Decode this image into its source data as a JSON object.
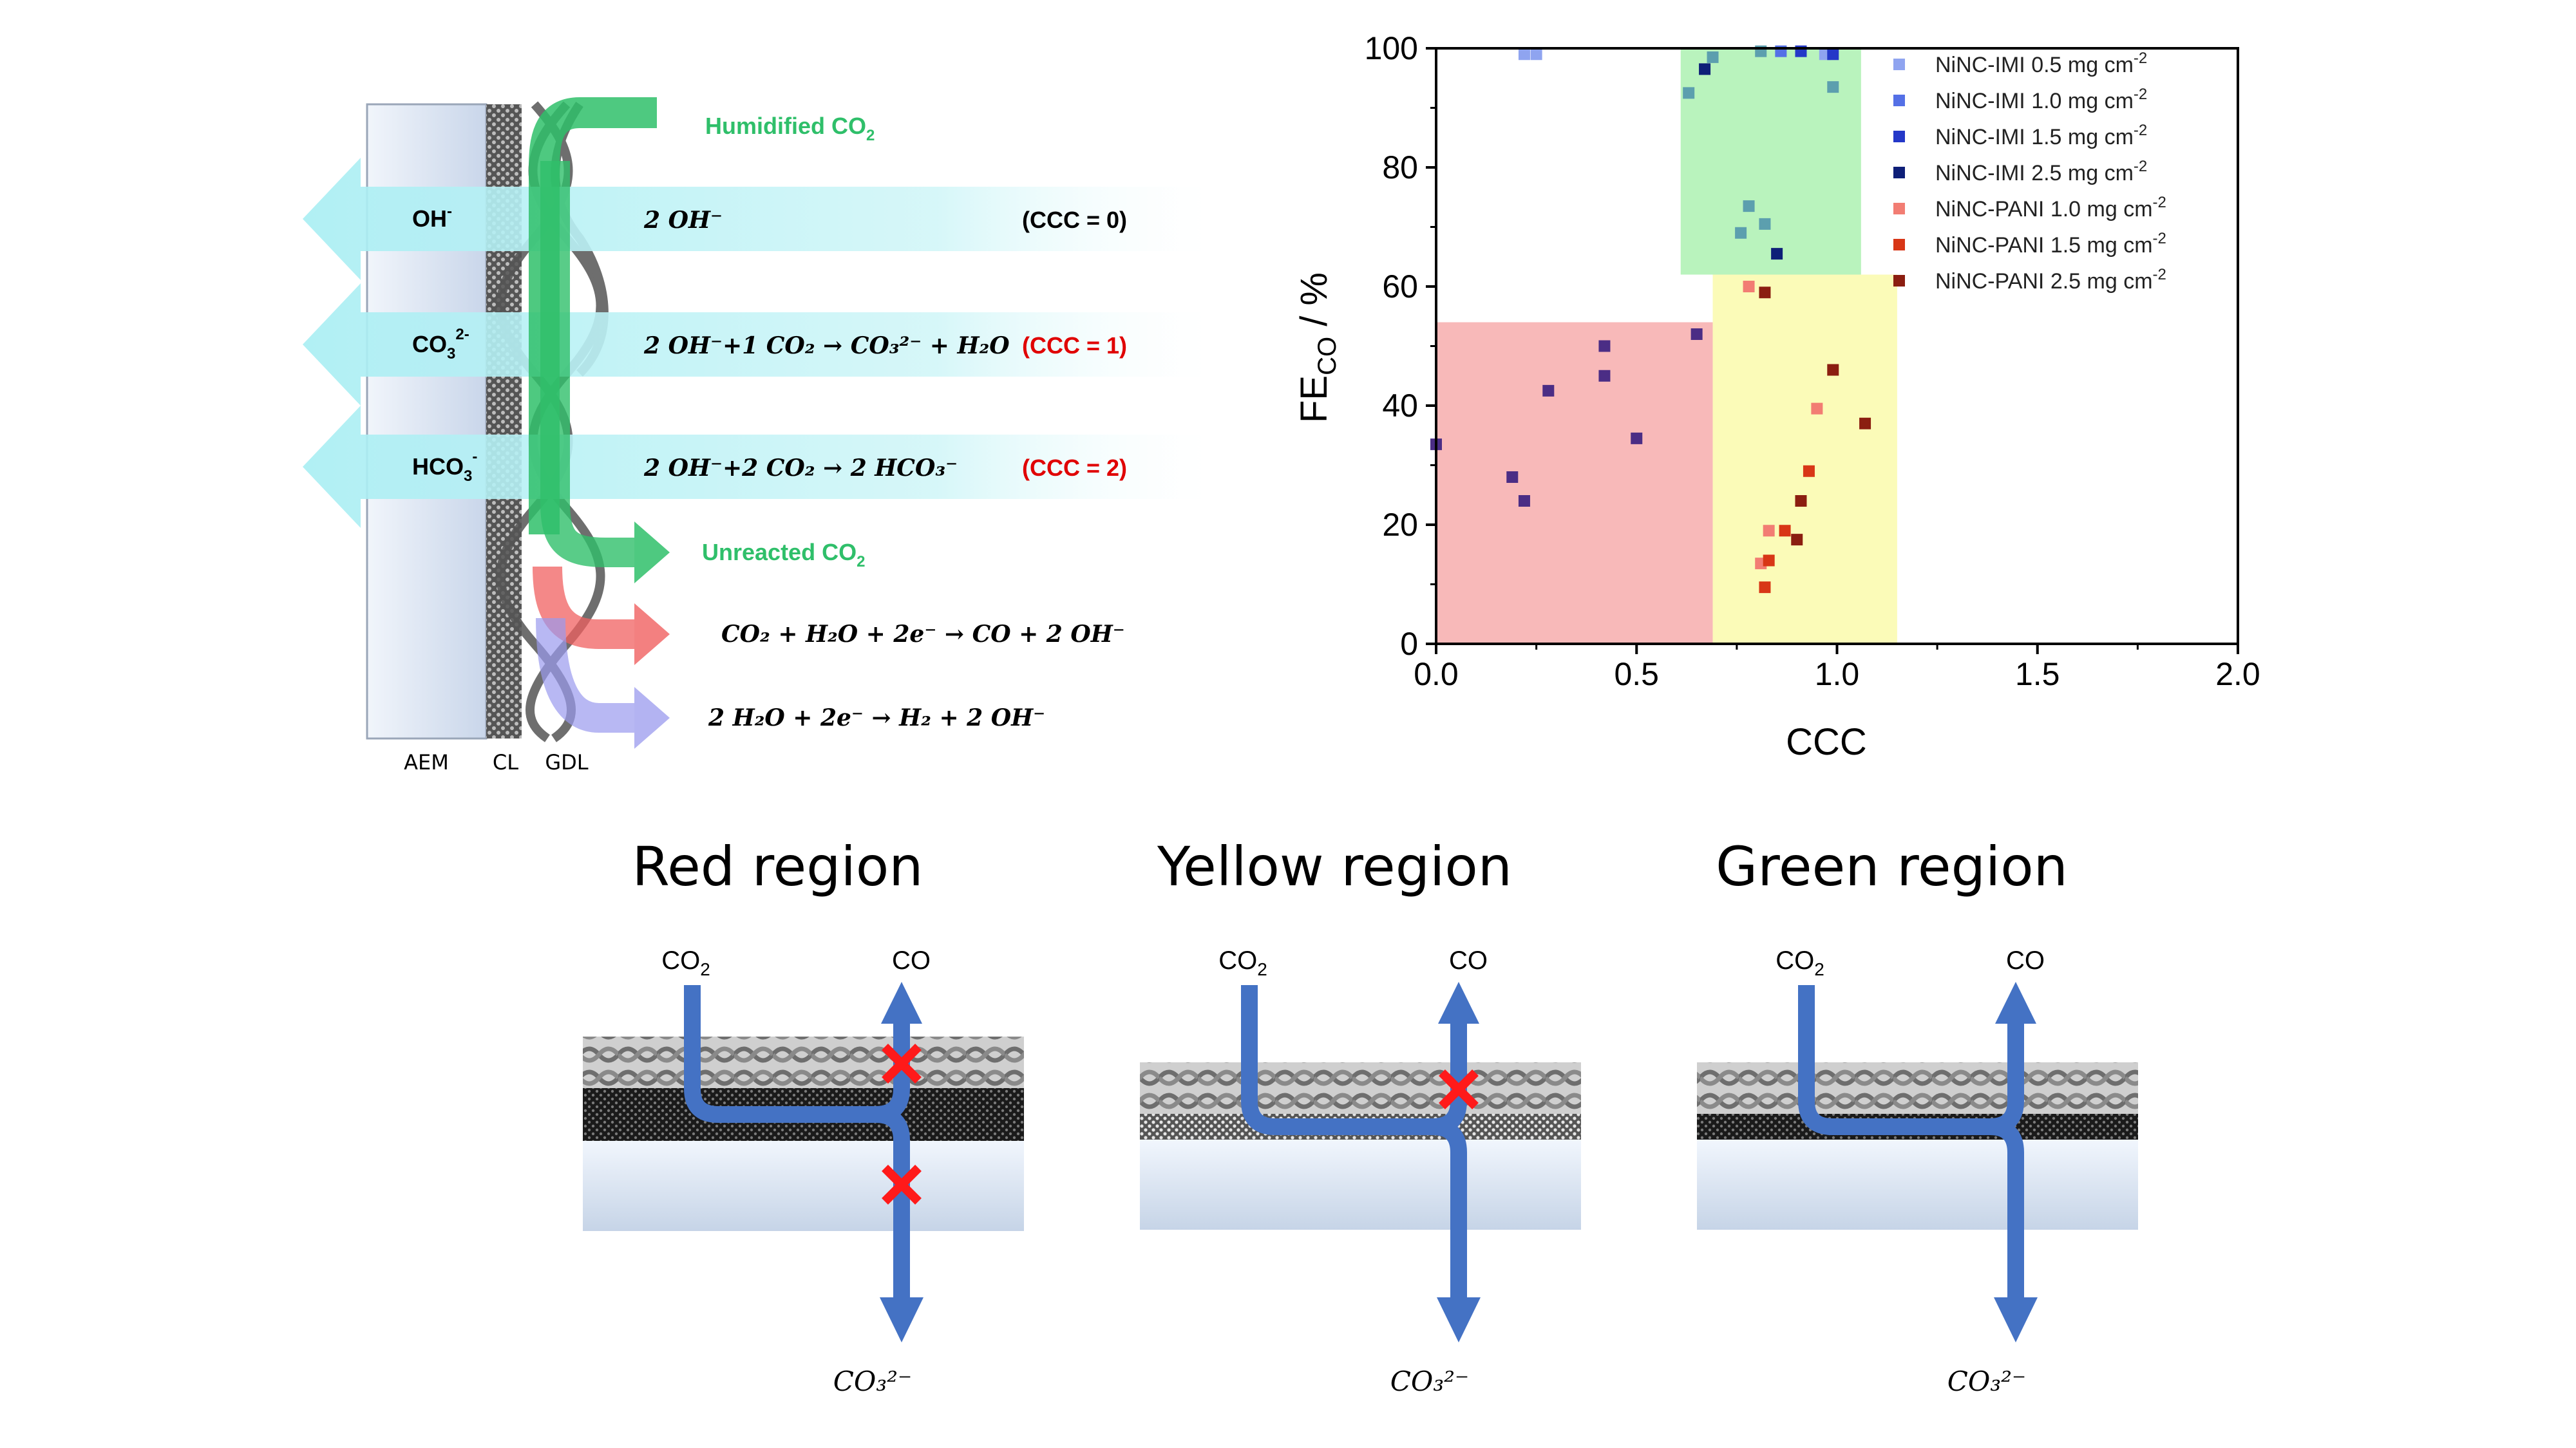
{
  "mechanism": {
    "layers": {
      "aem": "AEM",
      "cl": "CL",
      "gdl": "GDL"
    },
    "gas_in": {
      "label": "Humidified CO",
      "sub": "2"
    },
    "gas_out": {
      "label": "Unreacted CO",
      "sub": "2"
    },
    "ions": [
      {
        "name": "OH",
        "sup": "-",
        "sub": "",
        "tail": "",
        "eq": "2 OH⁻",
        "ccc": "(CCC = 0)",
        "ccc_color": "#000000"
      },
      {
        "name": "CO",
        "sup": "2-",
        "sub": "3",
        "tail": "",
        "eq": "2 OH⁻+1 CO₂ → CO₃²⁻ + H₂O",
        "ccc": "(CCC = 1)",
        "ccc_color": "#e00000"
      },
      {
        "name": "HCO",
        "sup": "-",
        "sub": "3",
        "tail": "",
        "eq": "2 OH⁻+2 CO₂ → 2 HCO₃⁻",
        "ccc": "(CCC = 2)",
        "ccc_color": "#e00000"
      }
    ],
    "reaction_co": "CO₂ + H₂O + 2e⁻ → CO + 2 OH⁻",
    "reaction_h2": "2 H₂O + 2e⁻ → H₂ + 2 OH⁻",
    "colors": {
      "co2": "#2fbf6a",
      "co": "#f06060",
      "h2": "#9a9aee",
      "ion": "#bff3f6"
    }
  },
  "chart_data": {
    "type": "scatter",
    "xlabel": "CCC",
    "ylabel": "FE",
    "ylabel_sub": "CO",
    "ylabel_suffix": " / %",
    "xlim": [
      0,
      2.0
    ],
    "ylim": [
      0,
      100
    ],
    "xticks": [
      "0.0",
      "0.5",
      "1.0",
      "1.5",
      "2.0"
    ],
    "yticks": [
      "0",
      "20",
      "40",
      "60",
      "80",
      "100"
    ],
    "legend_position": "top-right",
    "regions": [
      {
        "name": "red",
        "x": [
          0,
          0.69
        ],
        "y": [
          0,
          54
        ],
        "color": "#f8b9b9"
      },
      {
        "name": "yellow",
        "x": [
          0.69,
          1.15
        ],
        "y": [
          0,
          62
        ],
        "color": "#fbfbb8"
      },
      {
        "name": "green",
        "x": [
          0.61,
          1.06
        ],
        "y": [
          62,
          100
        ],
        "color": "#b9f3bd"
      }
    ],
    "series": [
      {
        "name": "NiNC-IMI 0.5 mg cm",
        "unit_sup": "-2",
        "color": "#8fa4f0",
        "points": [
          [
            0.22,
            99
          ],
          [
            0.25,
            99
          ],
          [
            0.97,
            99
          ]
        ]
      },
      {
        "name": "NiNC-IMI 1.0 mg cm",
        "unit_sup": "-2",
        "color": "#5470e6",
        "points": [
          [
            0.86,
            99.5
          ]
        ]
      },
      {
        "name": "NiNC-IMI 1.5 mg cm",
        "unit_sup": "-2",
        "color": "#2438c8",
        "points": [
          [
            0.91,
            99.5
          ],
          [
            0.99,
            99
          ]
        ]
      },
      {
        "name": "NiNC-IMI 2.5 mg cm",
        "unit_sup": "-2",
        "color": "#0e1f78",
        "points": [
          [
            0.67,
            96.5
          ],
          [
            0.85,
            65.5
          ]
        ]
      },
      {
        "name": "NiNC-PANI 1.0 mg cm",
        "unit_sup": "-2",
        "color": "#f27d73",
        "points": [
          [
            0.78,
            60
          ],
          [
            0.95,
            39.5
          ],
          [
            0.81,
            13.5
          ],
          [
            0.83,
            19
          ]
        ]
      },
      {
        "name": "NiNC-PANI 1.5 mg cm",
        "unit_sup": "-2",
        "color": "#d83616",
        "points": [
          [
            0.93,
            29
          ],
          [
            0.87,
            19
          ],
          [
            0.83,
            14
          ],
          [
            0.82,
            9.5
          ]
        ]
      },
      {
        "name": "NiNC-PANI 2.5 mg cm",
        "unit_sup": "-2",
        "color": "#8b1e10",
        "points": [
          [
            0.82,
            59
          ],
          [
            0.99,
            46
          ],
          [
            1.07,
            37
          ],
          [
            0.91,
            24
          ],
          [
            0.9,
            17.5
          ]
        ]
      }
    ],
    "extra_points": [
      {
        "color": "#4b2d85",
        "points": [
          [
            0.0,
            33.5
          ],
          [
            0.19,
            28
          ],
          [
            0.22,
            24
          ],
          [
            0.28,
            42.5
          ],
          [
            0.42,
            50
          ],
          [
            0.42,
            45
          ],
          [
            0.5,
            34.5
          ],
          [
            0.65,
            52
          ]
        ]
      },
      {
        "color": "#5c9fae",
        "points": [
          [
            0.63,
            92.5
          ],
          [
            0.69,
            98.5
          ],
          [
            0.81,
            99.5
          ],
          [
            0.99,
            93.5
          ],
          [
            0.78,
            73.5
          ],
          [
            0.76,
            69
          ],
          [
            0.82,
            70.5
          ]
        ]
      }
    ]
  },
  "regions_panel": [
    {
      "title": "Red region",
      "co2": "CO",
      "co2_sub": "2",
      "co": "CO",
      "carbonate": "CO₃²⁻",
      "x_top": true,
      "x_bottom": true
    },
    {
      "title": "Yellow region",
      "co2": "CO",
      "co2_sub": "2",
      "co": "CO",
      "carbonate": "CO₃²⁻",
      "x_top": true,
      "x_bottom": false
    },
    {
      "title": "Green region",
      "co2": "CO",
      "co2_sub": "2",
      "co": "CO",
      "carbonate": "CO₃²⁻",
      "x_top": false,
      "x_bottom": false
    }
  ]
}
